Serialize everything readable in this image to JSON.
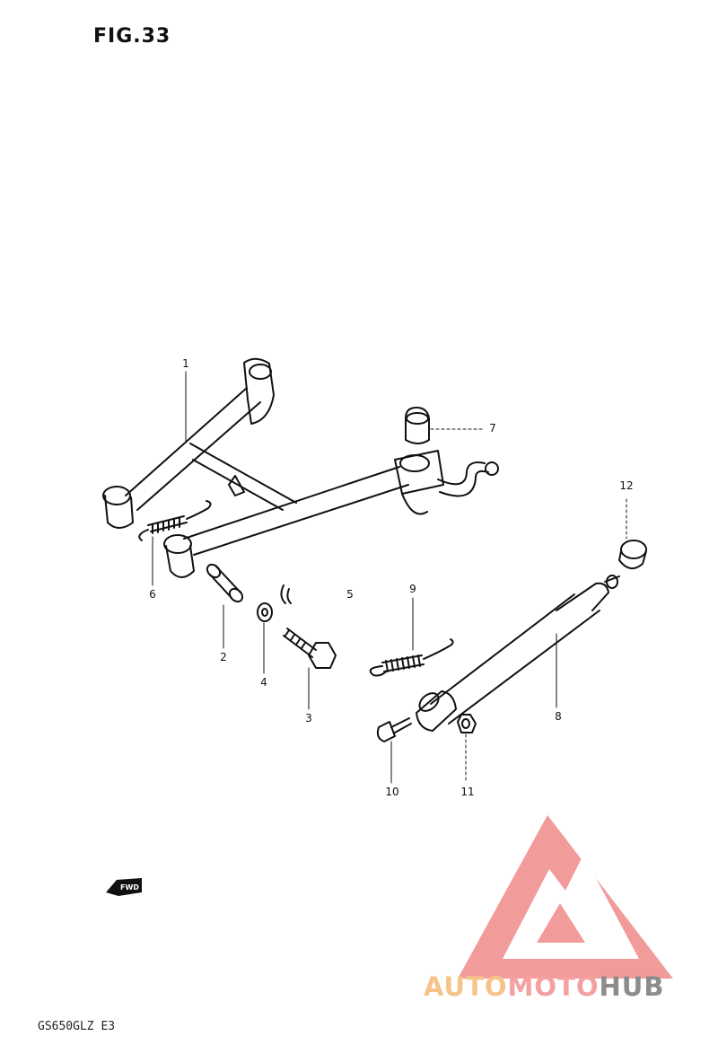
{
  "figure": {
    "title": "FIG.33",
    "model_code": "GS650GLZ E3"
  },
  "parts": [
    {
      "number": "1"
    },
    {
      "number": "2"
    },
    {
      "number": "3"
    },
    {
      "number": "4"
    },
    {
      "number": "5"
    },
    {
      "number": "6"
    },
    {
      "number": "7"
    },
    {
      "number": "8"
    },
    {
      "number": "9"
    },
    {
      "number": "10"
    },
    {
      "number": "11"
    },
    {
      "number": "12"
    }
  ],
  "direction_marker": {
    "label": "FWD"
  },
  "watermark": {
    "brand_part1": "AUTO",
    "brand_part2": "MOTO",
    "brand_part3": "HUB",
    "colors": {
      "auto": "#f6c48a",
      "moto": "#f4a0a0",
      "hub": "#8c8c8c",
      "logo": "#f08a8a"
    }
  }
}
